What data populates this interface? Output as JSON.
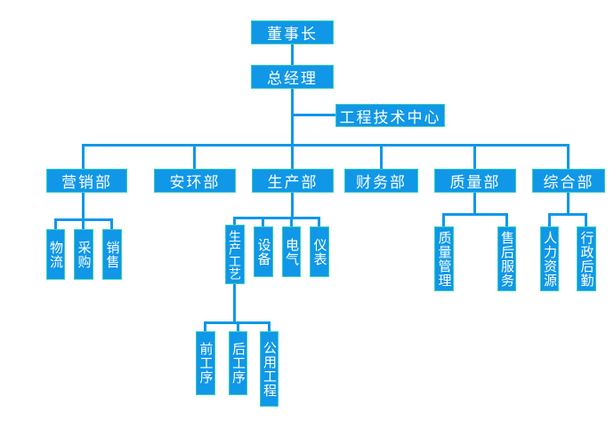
{
  "chart": {
    "type": "org-chart",
    "colors": {
      "box_fill": "#1097e8",
      "box_border": "#35d1b5",
      "line": "#1097e8",
      "text": "#ffffff",
      "background": "#ffffff"
    },
    "nodes": {
      "chairman": "董事长",
      "general_manager": "总经理",
      "engineering_center": "工程技术中心",
      "marketing": "营销部",
      "safety_env": "安环部",
      "production": "生产部",
      "finance": "财务部",
      "quality": "质量部",
      "general_affairs": "综合部",
      "logistics": "物流",
      "purchasing": "采购",
      "sales": "销售",
      "production_process": "生产工艺",
      "equipment": "设备",
      "electrical": "电气",
      "instrument": "仪表",
      "quality_management": "质量管理",
      "after_sales": "售后服务",
      "human_resources": "人力资源",
      "admin_logistics": "行政后勤",
      "front_process": "前工序",
      "back_process": "后工序",
      "utility_engineering": "公用工程"
    },
    "edges": [
      [
        "chairman",
        "general_manager"
      ],
      [
        "general_manager",
        "engineering_center"
      ],
      [
        "general_manager",
        "marketing"
      ],
      [
        "general_manager",
        "safety_env"
      ],
      [
        "general_manager",
        "production"
      ],
      [
        "general_manager",
        "finance"
      ],
      [
        "general_manager",
        "quality"
      ],
      [
        "general_manager",
        "general_affairs"
      ],
      [
        "marketing",
        "logistics"
      ],
      [
        "marketing",
        "purchasing"
      ],
      [
        "marketing",
        "sales"
      ],
      [
        "production",
        "production_process"
      ],
      [
        "production",
        "equipment"
      ],
      [
        "production",
        "electrical"
      ],
      [
        "production",
        "instrument"
      ],
      [
        "production_process",
        "front_process"
      ],
      [
        "production_process",
        "back_process"
      ],
      [
        "production_process",
        "utility_engineering"
      ],
      [
        "quality",
        "quality_management"
      ],
      [
        "quality",
        "after_sales"
      ],
      [
        "general_affairs",
        "human_resources"
      ],
      [
        "general_affairs",
        "admin_logistics"
      ]
    ]
  }
}
